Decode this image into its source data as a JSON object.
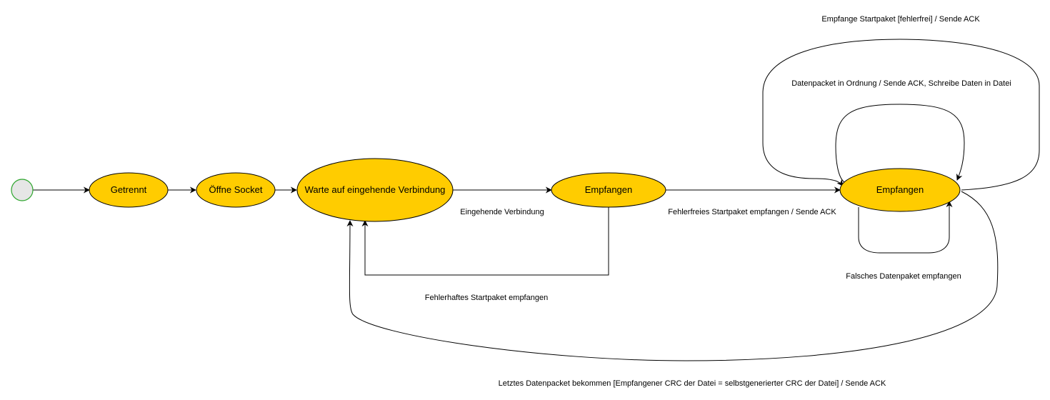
{
  "colors": {
    "state_fill": "#FFCC00",
    "start_fill": "#E6E6E6",
    "start_stroke": "#2DA52D",
    "line": "#000000",
    "background": "#FFFFFF"
  },
  "states": {
    "getrennt": "Getrennt",
    "oeffne_socket": "Öffne Socket",
    "warte": "Warte auf eingehende Verbindung",
    "empfangen_1": "Empfangen",
    "empfangen_2": "Empfangen"
  },
  "transitions": {
    "eingehende_verbindung": "Eingehende Verbindung",
    "fehlerfreies_startpaket": "Fehlerfreies Startpaket empfangen / Sende ACK",
    "fehlerhaftes_startpaket": "Fehlerhaftes Startpaket empfangen",
    "empfange_startpaket": "Empfange Startpaket [fehlerfrei] / Sende ACK",
    "datenpacket_in_ordnung": "Datenpacket in Ordnung / Sende ACK, Schreibe Daten in Datei",
    "falsches_datenpaket": "Falsches Datenpaket empfangen",
    "letztes_datenpacket": "Letztes Datenpacket bekommen [Empfangener CRC der Datei = selbstgenerierter CRC der Datei] / Sende ACK"
  }
}
